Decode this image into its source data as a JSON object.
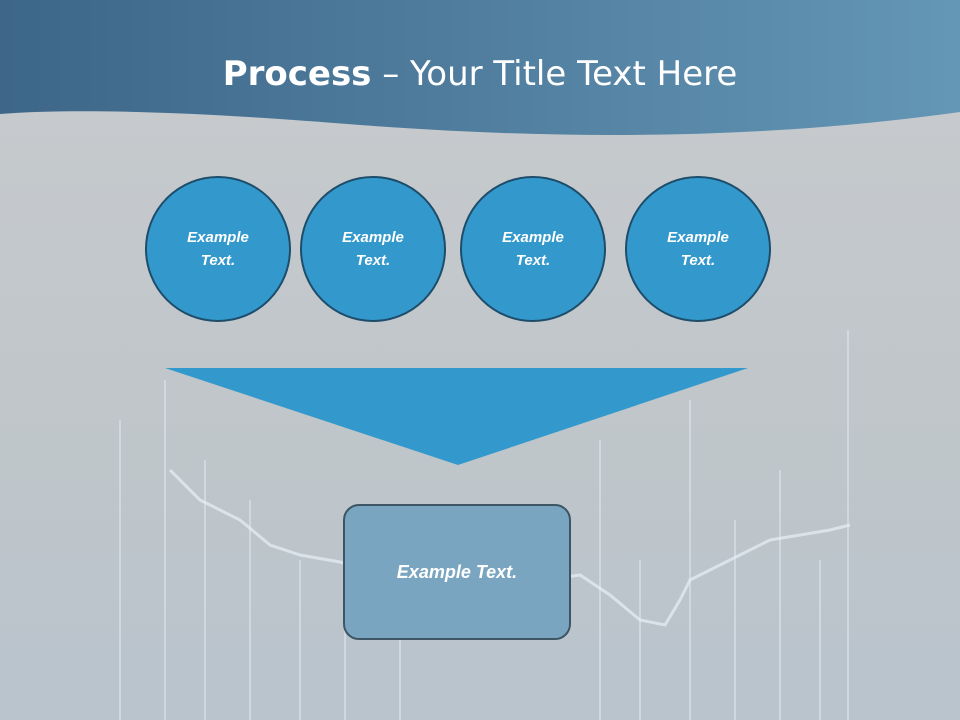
{
  "slide": {
    "title_bold": "Process",
    "title_rest": " – Your Title Text Here"
  },
  "circles": [
    {
      "label": "Example Text."
    },
    {
      "label": "Example Text."
    },
    {
      "label": "Example Text."
    },
    {
      "label": "Example Text."
    }
  ],
  "result": {
    "label": "Example Text."
  },
  "colors": {
    "header": "#3f6a8c",
    "circle_fill": "#3399cc",
    "circle_border": "#1d4d6b",
    "funnel": "#3399cc",
    "box_fill": "#7aa5c0",
    "box_border": "#3e5566",
    "background": "#c5c9cc"
  }
}
